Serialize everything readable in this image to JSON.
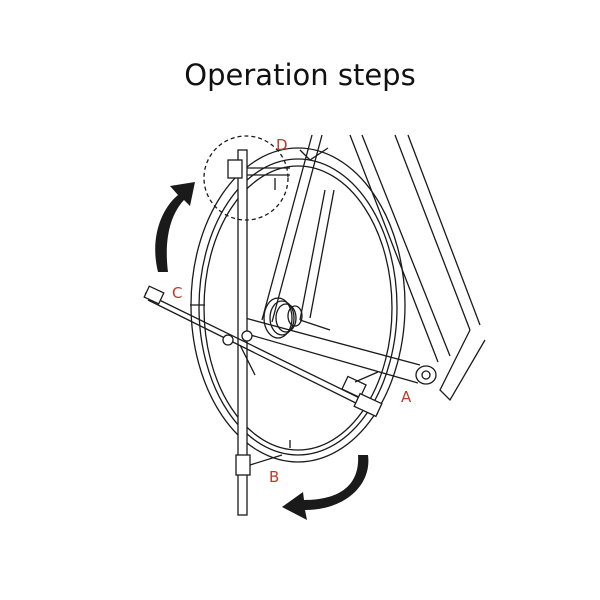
{
  "title": "Operation steps",
  "labels": {
    "a": "A",
    "b": "B",
    "c": "C",
    "d": "D"
  },
  "colors": {
    "label": "#c0392b",
    "line": "#1a1a1a",
    "arrow": "#1a1a1a"
  }
}
